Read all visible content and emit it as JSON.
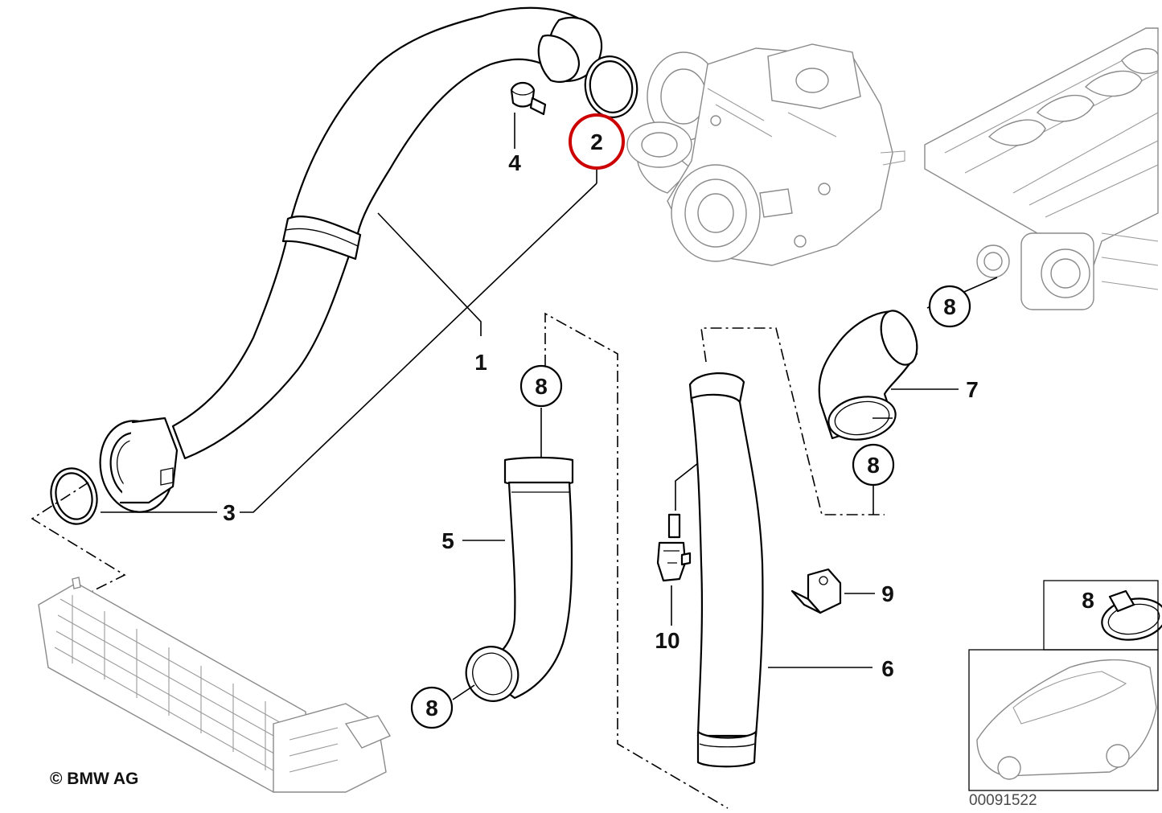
{
  "diagram": {
    "labels": {
      "p1": "1",
      "p2": "2",
      "p3": "3",
      "p4": "4",
      "p5": "5",
      "p6": "6",
      "p7": "7",
      "p8a": "8",
      "p8b": "8",
      "p8c": "8",
      "p8d": "8",
      "p8e": "8",
      "p9": "9",
      "p10": "10"
    },
    "highlighted_part": "2",
    "copyright": "© BMW AG",
    "diagram_code": "00091522",
    "colors": {
      "line": "#000000",
      "background": "#ffffff",
      "highlight": "#cc0000",
      "faint": "#8a8a8a"
    }
  }
}
